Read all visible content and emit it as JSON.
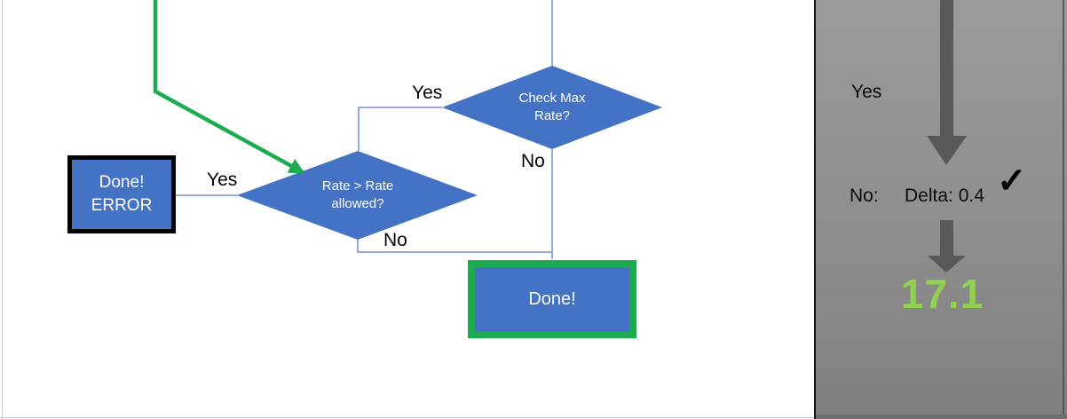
{
  "flowchart": {
    "decision_check_max_rate": {
      "line1": "Check Max",
      "line2": "Rate?"
    },
    "decision_rate_allowed": {
      "line1": "Rate > Rate",
      "line2": "allowed?"
    },
    "box_done_error": {
      "line1": "Done!",
      "line2": "ERROR"
    },
    "box_done": {
      "label": "Done!"
    },
    "labels": {
      "yes_to_done_error": "Yes",
      "yes_to_rate_allowed": "Yes",
      "no_from_check_max": "No",
      "no_from_rate_allowed": "No"
    }
  },
  "side_panel": {
    "yes_label": "Yes",
    "no_label": "No:",
    "delta_text": "Delta: 0.4",
    "checkmark": "✓",
    "result_value": "17.1"
  },
  "colors": {
    "shape_blue": "#4472C4",
    "connector_blue": "#7191CF",
    "accent_green": "#1CAB50",
    "result_green": "#92D050",
    "arrow_gray": "#595959",
    "panel_gray": "#8E8E8E"
  }
}
